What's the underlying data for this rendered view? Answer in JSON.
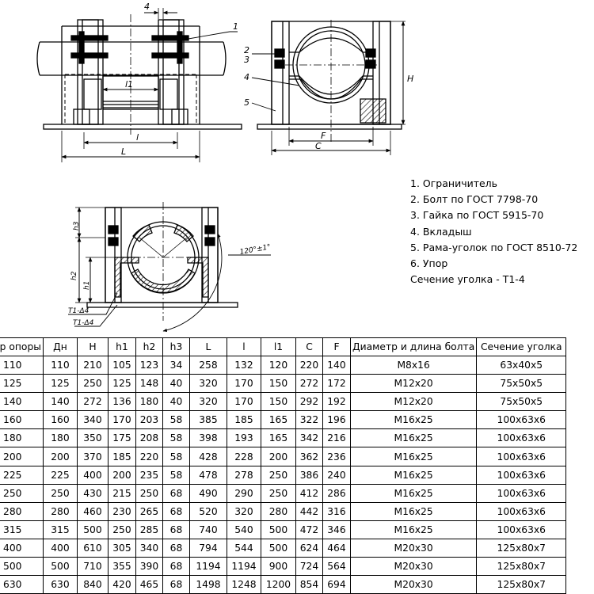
{
  "callouts": {
    "view1": [
      "4",
      "1"
    ],
    "view1_dims": [
      "l1",
      "l",
      "L"
    ],
    "view2": [
      "2",
      "3",
      "4",
      "5"
    ],
    "view2_dims": [
      "F",
      "C",
      "H"
    ],
    "view3": [
      "h3",
      "h2",
      "h1",
      "T1-Δ4",
      "T1-Δ4",
      "120°±1°"
    ]
  },
  "legend": [
    "1. Ограничитель",
    "2. Болт по ГОСТ 7798-70",
    "3. Гайка по ГОСТ 5915-70",
    "4. Вкладыш",
    "5. Рама-уголок по ГОСТ 8510-72",
    "6. Упор",
    "Сечение уголка - Т1-4"
  ],
  "table": {
    "headers": [
      "Шифр опоры",
      "Дн",
      "H",
      "h1",
      "h2",
      "h3",
      "L",
      "l",
      "l1",
      "C",
      "F",
      "Диаметр и длина болта",
      "Сечение уголка"
    ],
    "rows": [
      [
        "110",
        "110",
        "210",
        "105",
        "123",
        "34",
        "258",
        "132",
        "120",
        "220",
        "140",
        "M8x16",
        "63x40x5"
      ],
      [
        "125",
        "125",
        "250",
        "125",
        "148",
        "40",
        "320",
        "170",
        "150",
        "272",
        "172",
        "M12x20",
        "75x50x5"
      ],
      [
        "140",
        "140",
        "272",
        "136",
        "180",
        "40",
        "320",
        "170",
        "150",
        "292",
        "192",
        "M12x20",
        "75x50x5"
      ],
      [
        "160",
        "160",
        "340",
        "170",
        "203",
        "58",
        "385",
        "185",
        "165",
        "322",
        "196",
        "M16x25",
        "100x63x6"
      ],
      [
        "180",
        "180",
        "350",
        "175",
        "208",
        "58",
        "398",
        "193",
        "165",
        "342",
        "216",
        "M16x25",
        "100x63x6"
      ],
      [
        "200",
        "200",
        "370",
        "185",
        "220",
        "58",
        "428",
        "228",
        "200",
        "362",
        "236",
        "M16x25",
        "100x63x6"
      ],
      [
        "225",
        "225",
        "400",
        "200",
        "235",
        "58",
        "478",
        "278",
        "250",
        "386",
        "240",
        "M16x25",
        "100x63x6"
      ],
      [
        "250",
        "250",
        "430",
        "215",
        "250",
        "68",
        "490",
        "290",
        "250",
        "412",
        "286",
        "M16x25",
        "100x63x6"
      ],
      [
        "280",
        "280",
        "460",
        "230",
        "265",
        "68",
        "520",
        "320",
        "280",
        "442",
        "316",
        "M16x25",
        "100x63x6"
      ],
      [
        "315",
        "315",
        "500",
        "250",
        "285",
        "68",
        "740",
        "540",
        "500",
        "472",
        "346",
        "M16x25",
        "100x63x6"
      ],
      [
        "400",
        "400",
        "610",
        "305",
        "340",
        "68",
        "794",
        "544",
        "500",
        "624",
        "464",
        "M20x30",
        "125x80x7"
      ],
      [
        "500",
        "500",
        "710",
        "355",
        "390",
        "68",
        "1194",
        "1194",
        "900",
        "724",
        "564",
        "M20x30",
        "125x80x7"
      ],
      [
        "630",
        "630",
        "840",
        "420",
        "465",
        "68",
        "1498",
        "1248",
        "1200",
        "854",
        "694",
        "M20x30",
        "125x80x7"
      ]
    ]
  }
}
